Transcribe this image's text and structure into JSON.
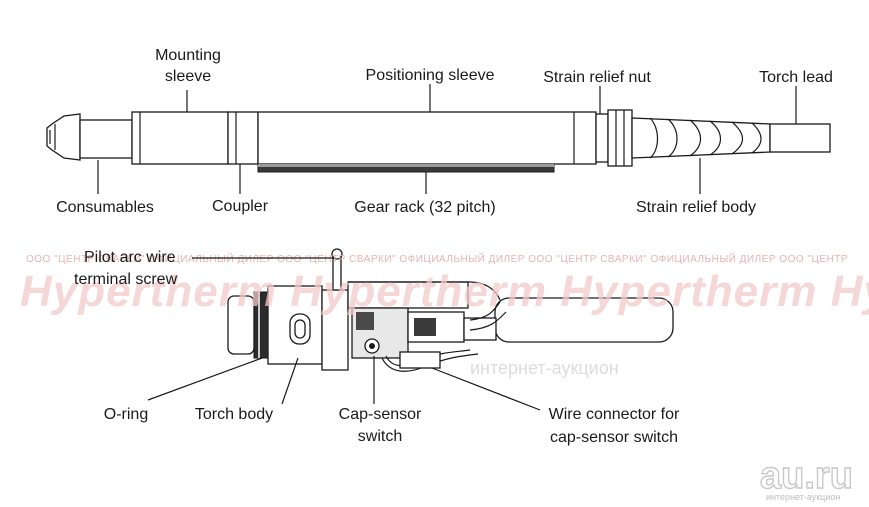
{
  "labels": {
    "mounting_sleeve_1": "Mounting",
    "mounting_sleeve_2": "sleeve",
    "positioning_sleeve": "Positioning sleeve",
    "strain_relief_nut": "Strain relief nut",
    "torch_lead": "Torch lead",
    "consumables": "Consumables",
    "coupler": "Coupler",
    "gear_rack": "Gear rack (32 pitch)",
    "strain_relief_body": "Strain relief body",
    "pilot_arc_1": "Pilot arc wire",
    "pilot_arc_2": "terminal screw",
    "o_ring": "O-ring",
    "torch_body": "Torch body",
    "cap_sensor_1": "Cap-sensor",
    "cap_sensor_2": "switch",
    "wire_connector_1": "Wire connector for",
    "wire_connector_2": "cap-sensor switch"
  },
  "watermark": {
    "dealer_line": "ООО \"ЦЕНТР СВАРКИ\"   ОФИЦИАЛЬНЫЙ ДИЛЕР   ООО \"ЦЕНТР СВАРКИ\"   ОФИЦИАЛЬНЫЙ ДИЛЕР   ООО \"ЦЕНТР СВАРКИ\"   ОФИЦИАЛЬНЫЙ ДИЛЕР   ООО \"ЦЕНТР",
    "brand_line": "Hypertherm Hypertherm Hypertherm Hyp",
    "auction_text": "интернет-аукцион"
  },
  "logo": {
    "text": "au.ru",
    "subtext": "интернет-аукцион"
  }
}
